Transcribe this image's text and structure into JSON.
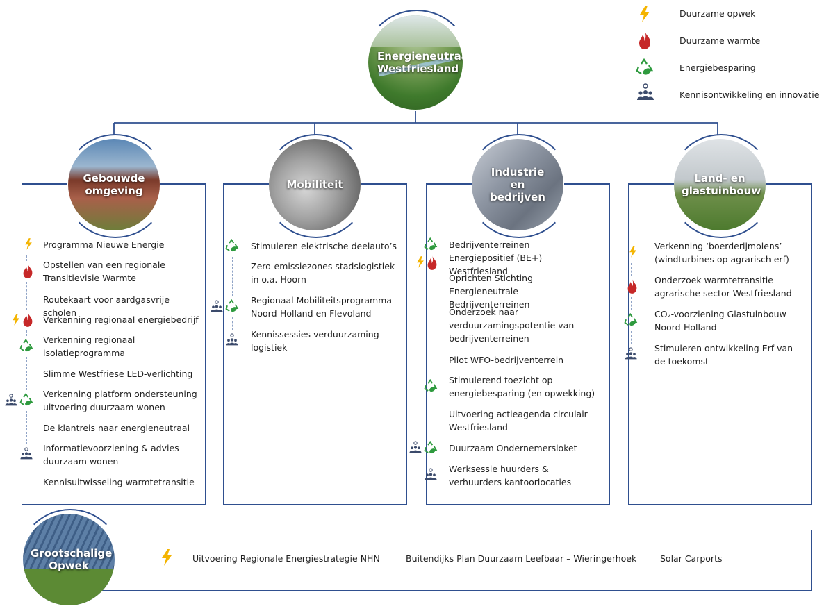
{
  "title": "Energieneutraal Westfriesland",
  "legend": [
    {
      "icon": "lightning-icon",
      "label": "Duurzame opwek"
    },
    {
      "icon": "flame-icon",
      "label": "Duurzame warmte"
    },
    {
      "icon": "recycle-icon",
      "label": "Energiebesparing"
    },
    {
      "icon": "people-pin-icon",
      "label": "Kennisontwikkeling en innovatie"
    }
  ],
  "colors": {
    "line": "#2f4f8f",
    "lightning": "#f4b400",
    "flame": "#c62828",
    "recycle": "#2e9a3e",
    "people": "#3b4a6b"
  },
  "columns": [
    {
      "title": "Gebouwde omgeving",
      "items": [
        {
          "text": "Programma Nieuwe Energie",
          "icons": [
            "lightning-icon"
          ]
        },
        {
          "text": "Opstellen van een regionale Transitievisie Warmte",
          "icons": [
            "flame-icon"
          ]
        },
        {
          "text": "Routekaart voor aardgasvrije scholen",
          "icons": []
        },
        {
          "text": "Verkenning regionaal energiebedrijf",
          "icons": [
            "lightning-icon",
            "flame-icon"
          ]
        },
        {
          "text": "Verkenning regionaal isolatieprogramma",
          "icons": [
            "recycle-icon"
          ]
        },
        {
          "text": "Slimme Westfriese LED-verlichting",
          "icons": []
        },
        {
          "text": "Verkenning platform ondersteuning uitvoering duurzaam wonen",
          "icons": [
            "people-pin-icon",
            "recycle-icon"
          ]
        },
        {
          "text": "De klantreis naar energieneutraal",
          "icons": []
        },
        {
          "text": "Informatievoorziening & advies duurzaam wonen",
          "icons": [
            "people-pin-icon"
          ]
        },
        {
          "text": "Kennisuitwisseling warmtetransitie",
          "icons": []
        }
      ]
    },
    {
      "title": "Mobiliteit",
      "items": [
        {
          "text": "Stimuleren elektrische deelauto’s",
          "icons": [
            "recycle-icon"
          ]
        },
        {
          "text": "Zero-emissiezones stadslogistiek in o.a. Hoorn",
          "icons": []
        },
        {
          "text": "Regionaal Mobiliteitsprogramma Noord-Holland en Flevoland",
          "icons": [
            "people-pin-icon",
            "recycle-icon"
          ]
        },
        {
          "text": "Kennissessies verduurzaming logistiek",
          "icons": [
            "people-pin-icon"
          ]
        }
      ]
    },
    {
      "title": "Industrie en bedrijven",
      "items": [
        {
          "text": "Bedrijventerreinen Energiepositief (BE+) Westfriesland",
          "icons": [
            "recycle-icon",
            "lightning-icon",
            "flame-icon"
          ]
        },
        {
          "text": "Oprichten Stichting Energieneutrale Bedrijventerreinen",
          "icons": []
        },
        {
          "text": "Onderzoek naar verduurzamingspotentie van bedrijventerreinen",
          "icons": []
        },
        {
          "text": "Pilot WFO-bedrijventerrein",
          "icons": []
        },
        {
          "text": "Stimulerend toezicht op energiebesparing (en opwekking)",
          "icons": [
            "recycle-icon"
          ]
        },
        {
          "text": "Uitvoering actieagenda circulair Westfriesland",
          "icons": []
        },
        {
          "text": "Duurzaam Ondernemersloket",
          "icons": [
            "people-pin-icon",
            "recycle-icon"
          ]
        },
        {
          "text": "Werksessie huurders & verhuurders kantoorlocaties",
          "icons": [
            "people-pin-icon"
          ]
        }
      ]
    },
    {
      "title": "Land- en glastuinbouw",
      "items": [
        {
          "text": "Verkenning ‘boerderijmolens’ (windturbines op agrarisch erf)",
          "icons": [
            "lightning-icon"
          ]
        },
        {
          "text": "Onderzoek warmtetransitie agrarische sector Westfriesland",
          "icons": [
            "flame-icon"
          ]
        },
        {
          "text": "CO₂-voorziening Glastuinbouw Noord-Holland",
          "icons": [
            "recycle-icon"
          ]
        },
        {
          "text": "Stimuleren ontwikkeling Erf van de toekomst",
          "icons": [
            "people-pin-icon"
          ]
        }
      ]
    }
  ],
  "bottom": {
    "title": "Grootschalige Opwek",
    "icon": "lightning-icon",
    "items": [
      "Uitvoering Regionale Energiestrategie NHN",
      "Buitendijks Plan Duurzaam Leefbaar – Wieringerhoek",
      "Solar Carports"
    ]
  }
}
